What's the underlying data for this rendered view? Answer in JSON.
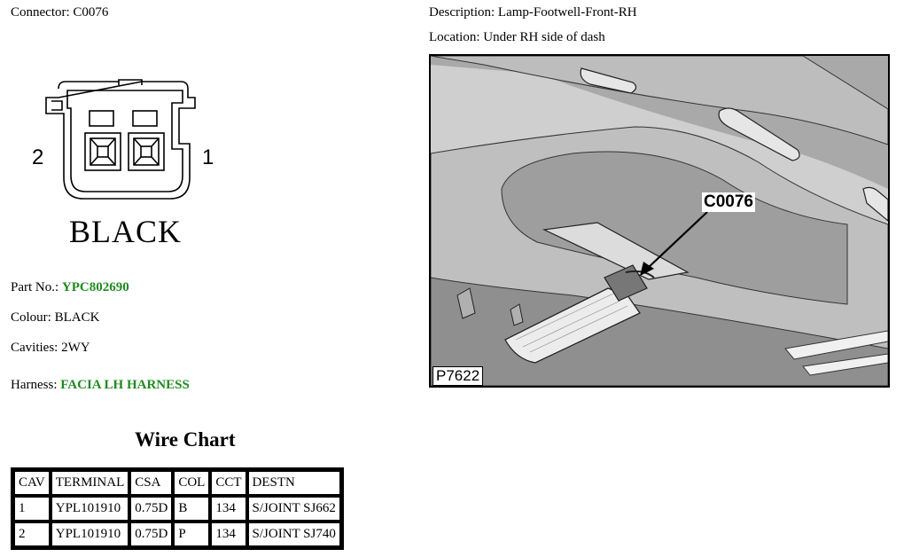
{
  "connector": {
    "label": "Connector:",
    "value": "C0076",
    "pin_left": "2",
    "pin_right": "1",
    "color_caption": "BLACK"
  },
  "description": {
    "label": "Description:",
    "value": "Lamp-Footwell-Front-RH"
  },
  "location": {
    "label": "Location:",
    "value": "Under RH side of dash"
  },
  "photo": {
    "callout": "C0076",
    "ref": "P7622"
  },
  "part_no": {
    "label": "Part No.:",
    "value": "YPC802690"
  },
  "colour": {
    "label": "Colour:",
    "value": "BLACK"
  },
  "cavities": {
    "label": "Cavities:",
    "value": "2WY"
  },
  "harness": {
    "label": "Harness:",
    "value": "FACIA LH HARNESS"
  },
  "wire_chart": {
    "title": "Wire Chart",
    "headers": [
      "CAV",
      "TERMINAL",
      "CSA",
      "COL",
      "CCT",
      "DESTN"
    ],
    "rows": [
      [
        "1",
        "YPL101910",
        "0.75D",
        "B",
        "134",
        "S/JOINT SJ662"
      ],
      [
        "2",
        "YPL101910",
        "0.75D",
        "P",
        "134",
        "S/JOINT SJ740"
      ]
    ]
  },
  "colors": {
    "link_green": "#1f8a1f"
  }
}
